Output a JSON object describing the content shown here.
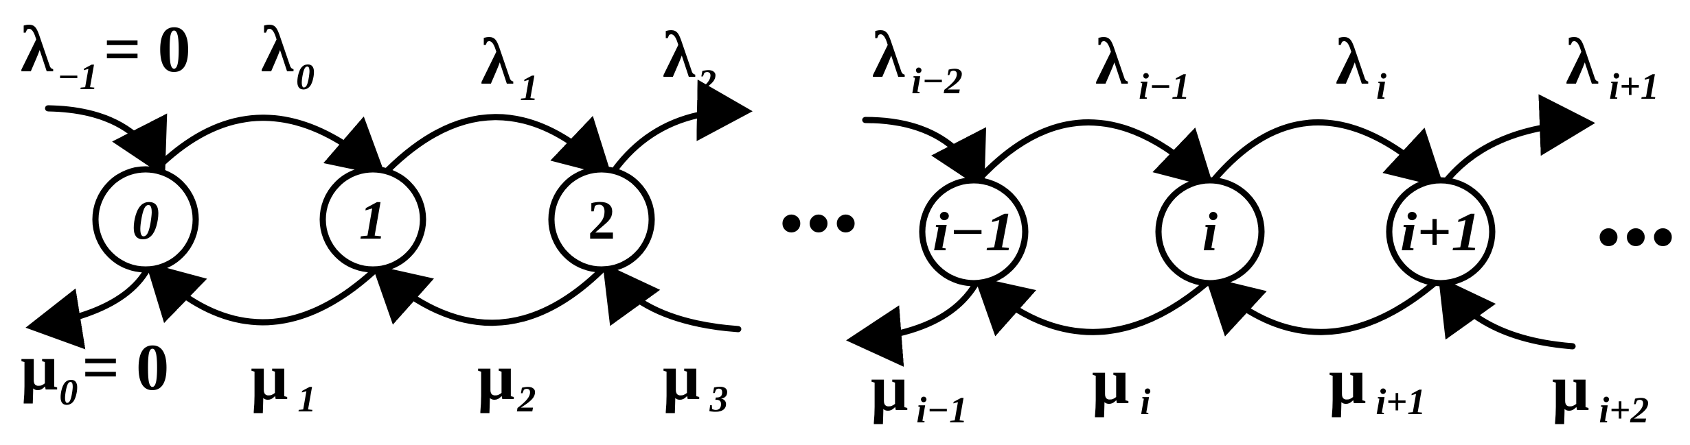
{
  "diagram": {
    "states": [
      {
        "label": "0"
      },
      {
        "label": "1"
      },
      {
        "label": "2"
      },
      {
        "label": "i−1"
      },
      {
        "label": "i"
      },
      {
        "label": "i+1"
      }
    ],
    "ellipsis": "•••",
    "arrival_rates": [
      {
        "symbol": "λ",
        "sub": "−1",
        "suffix": "= 0"
      },
      {
        "symbol": "λ",
        "sub": "0",
        "suffix": ""
      },
      {
        "symbol": "λ",
        "sub": "1",
        "suffix": ""
      },
      {
        "symbol": "λ",
        "sub": "2",
        "suffix": ""
      },
      {
        "symbol": "λ",
        "sub": "i−2",
        "suffix": ""
      },
      {
        "symbol": "λ",
        "sub": "i−1",
        "suffix": ""
      },
      {
        "symbol": "λ",
        "sub": "i",
        "suffix": ""
      },
      {
        "symbol": "λ",
        "sub": "i+1",
        "suffix": ""
      }
    ],
    "service_rates": [
      {
        "symbol": "μ",
        "sub": "0",
        "suffix": "= 0"
      },
      {
        "symbol": "μ",
        "sub": "1",
        "suffix": ""
      },
      {
        "symbol": "μ",
        "sub": "2",
        "suffix": ""
      },
      {
        "symbol": "μ",
        "sub": "3",
        "suffix": ""
      },
      {
        "symbol": "μ",
        "sub": "i−1",
        "suffix": ""
      },
      {
        "symbol": "μ",
        "sub": "i",
        "suffix": ""
      },
      {
        "symbol": "μ",
        "sub": "i+1",
        "suffix": ""
      },
      {
        "symbol": "μ",
        "sub": "i+2",
        "suffix": ""
      }
    ]
  }
}
